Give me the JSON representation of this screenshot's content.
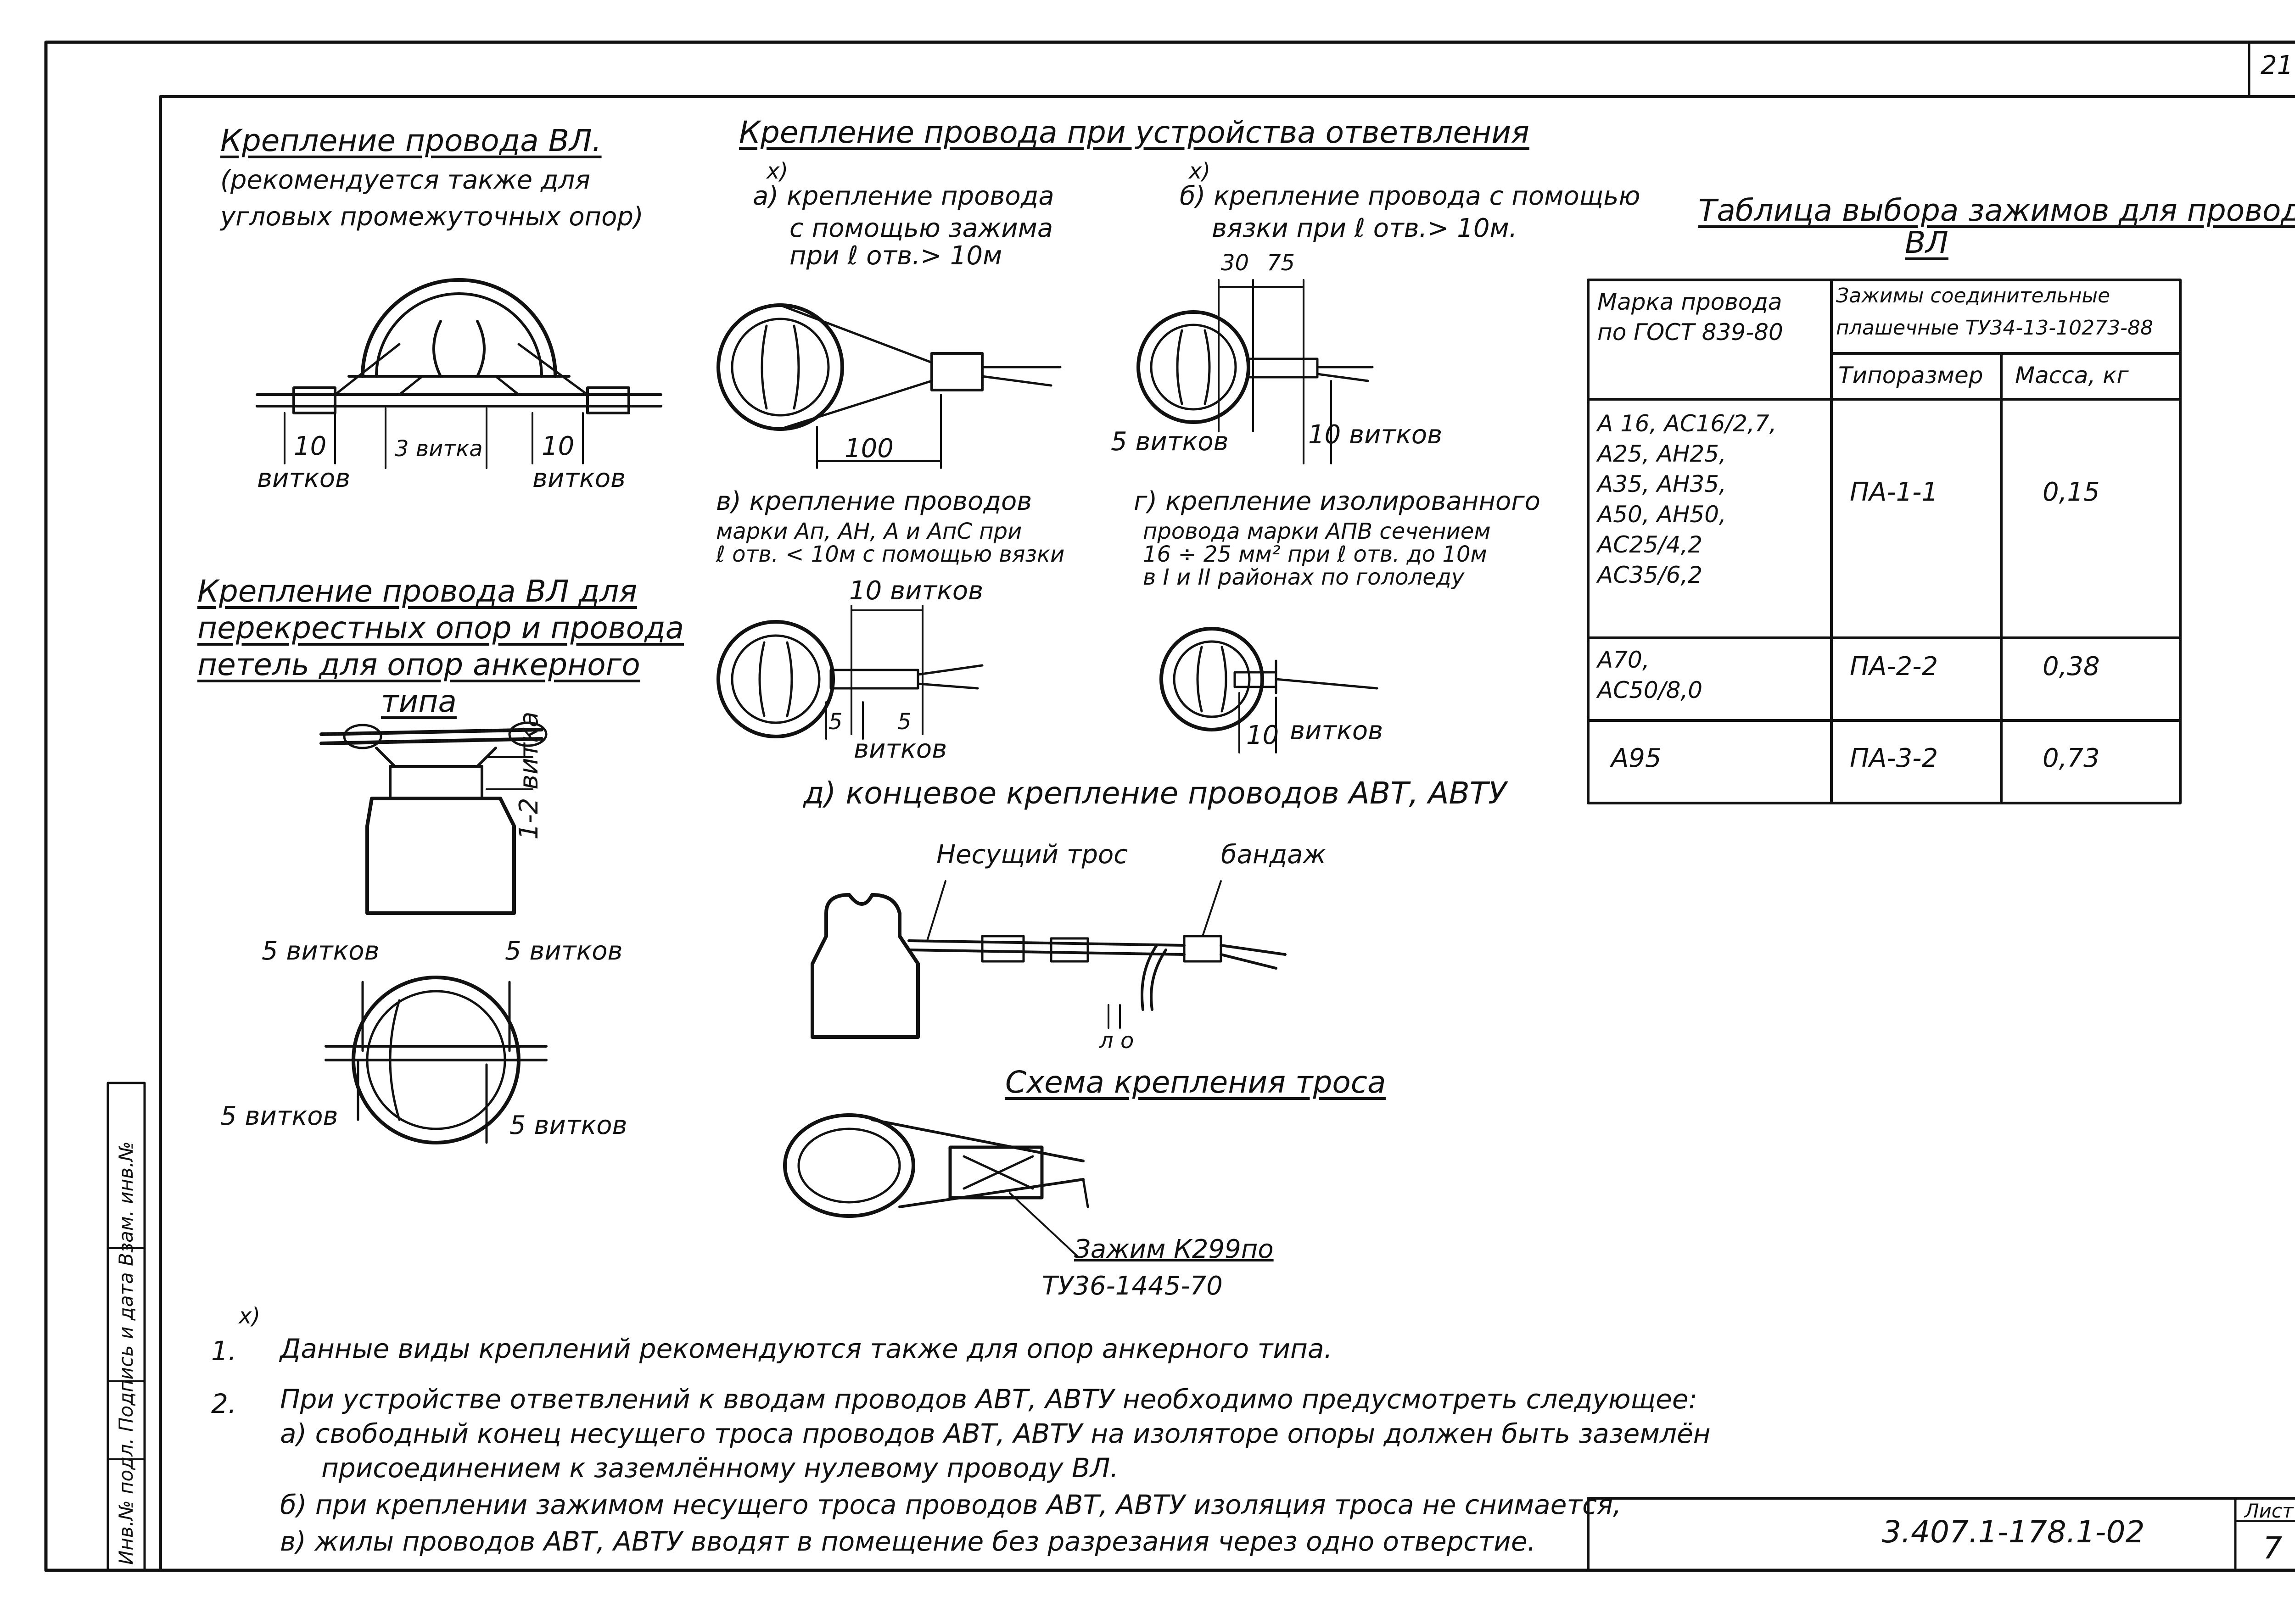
{
  "page_number": "21",
  "sections": {
    "vl_title": "Крепление провода ВЛ.",
    "vl_subtitle_1": "(рекомендуется также для",
    "vl_subtitle_2": "угловых промежуточных опор)",
    "branch_title": "Крепление провода при устройства ответвления",
    "cross_title_1": "Крепление провода ВЛ для",
    "cross_title_2": "перекрестных опор и провода",
    "cross_title_3": "петель для опор анкерного",
    "cross_title_4": "типа",
    "scheme_title": "Схема крепления троса"
  },
  "captions": {
    "x_mark": "x)",
    "a_1": "а) крепление провода",
    "a_2": "с помощью зажима",
    "a_3": "при ℓ отв.> 10м",
    "b_1": "б) крепление провода с помощью",
    "b_2": "вязки при ℓ отв.> 10м.",
    "v_1": "в) крепление проводов",
    "v_2": "марки Ап, АН, А и АпС при",
    "v_3": "ℓ отв. < 10м с помощью вязки",
    "g_1": "г) крепление изолированного",
    "g_2": "провода марки АПВ сечением",
    "g_3": "16 ÷ 25 мм² при ℓ отв. до 10м",
    "g_4": "в I и II районах по гололеду",
    "d_1": "д) концевое крепление проводов АВТ, АВТУ"
  },
  "dimensions": {
    "vitkov_10_left": "10",
    "vitkov_label": "витков",
    "vitka_3": "3 витка",
    "vitkov_10_right": "10",
    "dim_100": "100",
    "dim_30": "30",
    "dim_75": "75",
    "vitkov_5": "5 витков",
    "vitkov_10_b": "10 витков",
    "vitkov_10_v": "10 витков",
    "dim_5_a": "5",
    "dim_5_b": "5",
    "vitkov_v": "витков",
    "dim_10_g": "10",
    "vitkov_g": "витков",
    "vitka_1_2": "1-2 витка",
    "vitkov_5_tl": "5 витков",
    "vitkov_5_tr": "5 витков",
    "vitkov_5_bl": "5 витков",
    "vitkov_5_br": "5 витков",
    "carrier": "Несущий трос",
    "bandage": "бандаж",
    "l_o": "л о",
    "clamp_1": "Зажим К299по",
    "clamp_2": "ТУ36-1445-70"
  },
  "table": {
    "title_1": "Таблица выбора зажимов для проводов",
    "title_2": "ВЛ",
    "col1_header": "Марка провода\nпо ГОСТ 839-80",
    "group_header": "Зажимы соединительные\nплашечные ТУ34-13-10273-88",
    "col2_header": "Типоразмер",
    "col3_header": "Масса, кг",
    "rows": [
      {
        "marks": "А 16, АС16/2,7,\nА25, АН25,\nА35, АН35,\nА50, АН50,\nАС25/4,2\nАС35/6,2",
        "type": "ПА-1-1",
        "mass": "0,15"
      },
      {
        "marks": "А70,\nАС50/8,0",
        "type": "ПА-2-2",
        "mass": "0,38"
      },
      {
        "marks": "А95",
        "type": "ПА-3-2",
        "mass": "0,73"
      }
    ]
  },
  "notes": {
    "x_mark": "x)",
    "n1_num": "1.",
    "n1": "Данные виды креплений рекомендуются также для опор анкерного типа.",
    "n2_num": "2.",
    "n2": "При устройстве ответвлений к вводам проводов АВТ, АВТУ необходимо предусмотреть следующее:",
    "n2a_1": "а) свободный конец несущего троса проводов АВТ, АВТУ на изоляторе опоры должен быть заземлён",
    "n2a_2": "присоединением к заземлённому нулевому проводу ВЛ.",
    "n2b": "б) при креплении зажимом несущего троса проводов АВТ, АВТУ изоляция троса не снимается,",
    "n2c": "в) жилы проводов АВТ, АВТУ вводят в помещение без разрезания через одно отверстие."
  },
  "stamp": {
    "doc_code": "3.407.1-178.1-02",
    "sheet_label": "Лист",
    "sheet_number": "7",
    "side_label": "Инв.№ подл.  Подпись и дата  Взам. инв.№"
  }
}
